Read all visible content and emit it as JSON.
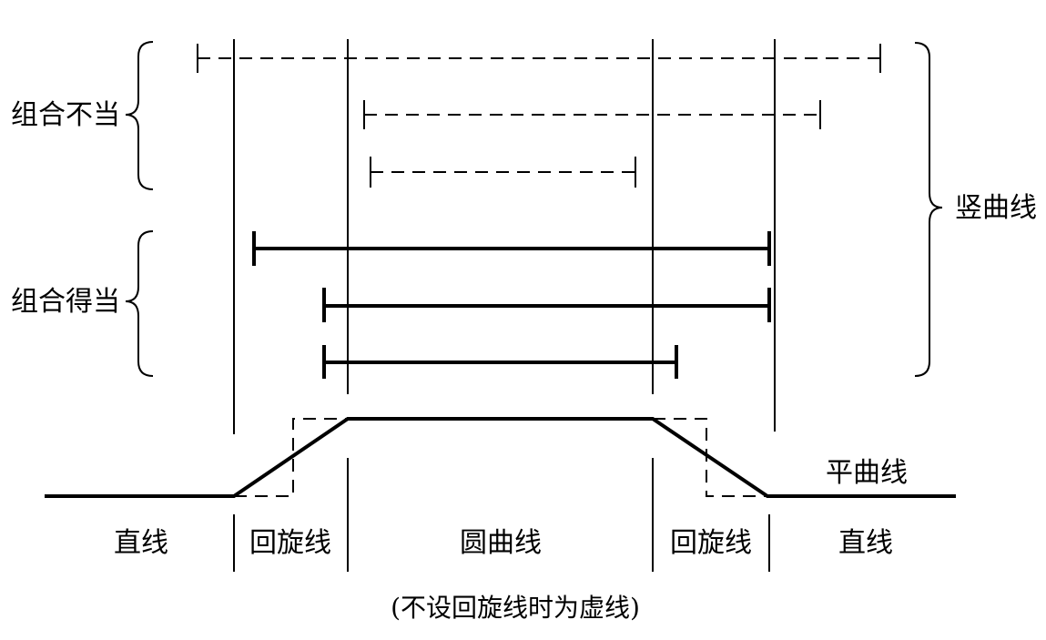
{
  "labels": {
    "bad_combo": "组合不当",
    "good_combo": "组合得当",
    "vertical_curve": "竖曲线",
    "horizontal_curve": "平曲线",
    "straight_left": "直线",
    "transition_left": "回旋线",
    "circular_curve": "圆曲线",
    "transition_right": "回旋线",
    "straight_right": "直线",
    "caption": "(不设回旋线时为虚线)"
  }
}
